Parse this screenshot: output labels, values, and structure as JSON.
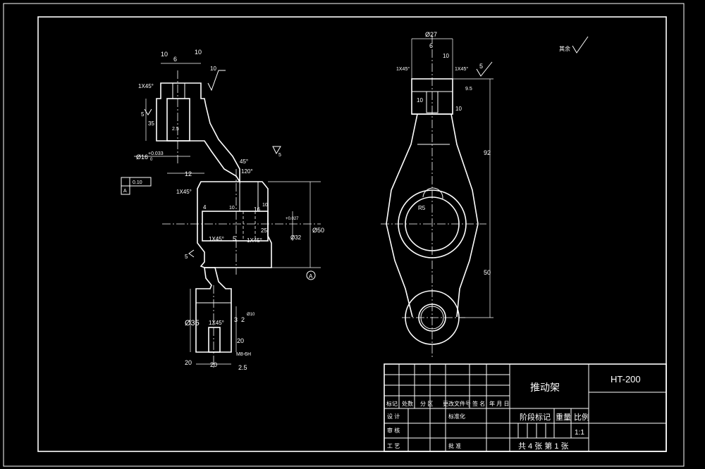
{
  "drawing": {
    "part_name": "推动架",
    "material": "HT-200",
    "roughness_rest_label": "其余",
    "roughness_rest_value": "",
    "front_view": {
      "dims": {
        "top_width_10": "10",
        "top_inner_6": "6",
        "top_right_10": "10",
        "rough_top": "10",
        "chamfer_top": "1X45°",
        "rough_left_5": "5",
        "height_35": "35",
        "slot_2_5": "2.5",
        "bore_dia": "Ø16",
        "bore_tol": "+0.033",
        "bore_tol_low": "0",
        "dist_12": "12",
        "datum_tol": "0.10",
        "datum_a_small": "A",
        "chamfer_mid": "1X45°",
        "angle_45": "45°",
        "angle_120": "120°",
        "rough_mid_right": "5",
        "mid_4": "4",
        "mid_10": "10",
        "mid_16": "16",
        "mid_10b": "10",
        "bore_32": "Ø32",
        "bore_32_tol": "+0.027",
        "dia_50": "Ø50",
        "chamfer_low_l": "1X45°",
        "chamfer_low_r": "1X45°",
        "low_5": "5",
        "dim_25": "25",
        "rough_left_low": "5",
        "datum_a": "A",
        "dia_35": "Ø35",
        "chamfer_foot": "1X45°",
        "foot_3": "3",
        "foot_2": "2",
        "foot_20": "20",
        "foot_20b": "20",
        "foot_20c": "20",
        "foot_2_5": "2.5",
        "foot_m": "M8-6H",
        "foot_small_dia": "Ø10"
      }
    },
    "side_view": {
      "dims": {
        "dia_27": "Ø27",
        "top_6": "6",
        "rough_10": "10",
        "chamfer_l": "1X45°",
        "chamfer_r": "1X45°",
        "rough_5": "5",
        "dim_10": "10",
        "rough_10b": "10",
        "dim_9_5": "9.5",
        "dim_92": "92",
        "r_label": "R5",
        "dim_50": "50"
      }
    },
    "title_block": {
      "header_cells": [
        "标记",
        "处数",
        "分 区",
        "更改文件号",
        "签 名",
        "年 月 日"
      ],
      "rows": [
        {
          "label": "设 计",
          "std": "标准化"
        },
        {
          "label": "审 核",
          "std": ""
        },
        {
          "label": "工 艺",
          "std": "批 准"
        }
      ],
      "stage_mark": "阶段标记",
      "weight": "重量",
      "scale": "比例",
      "scale_value": "1:1",
      "sheets": "共 4 张 第 1 张"
    }
  }
}
